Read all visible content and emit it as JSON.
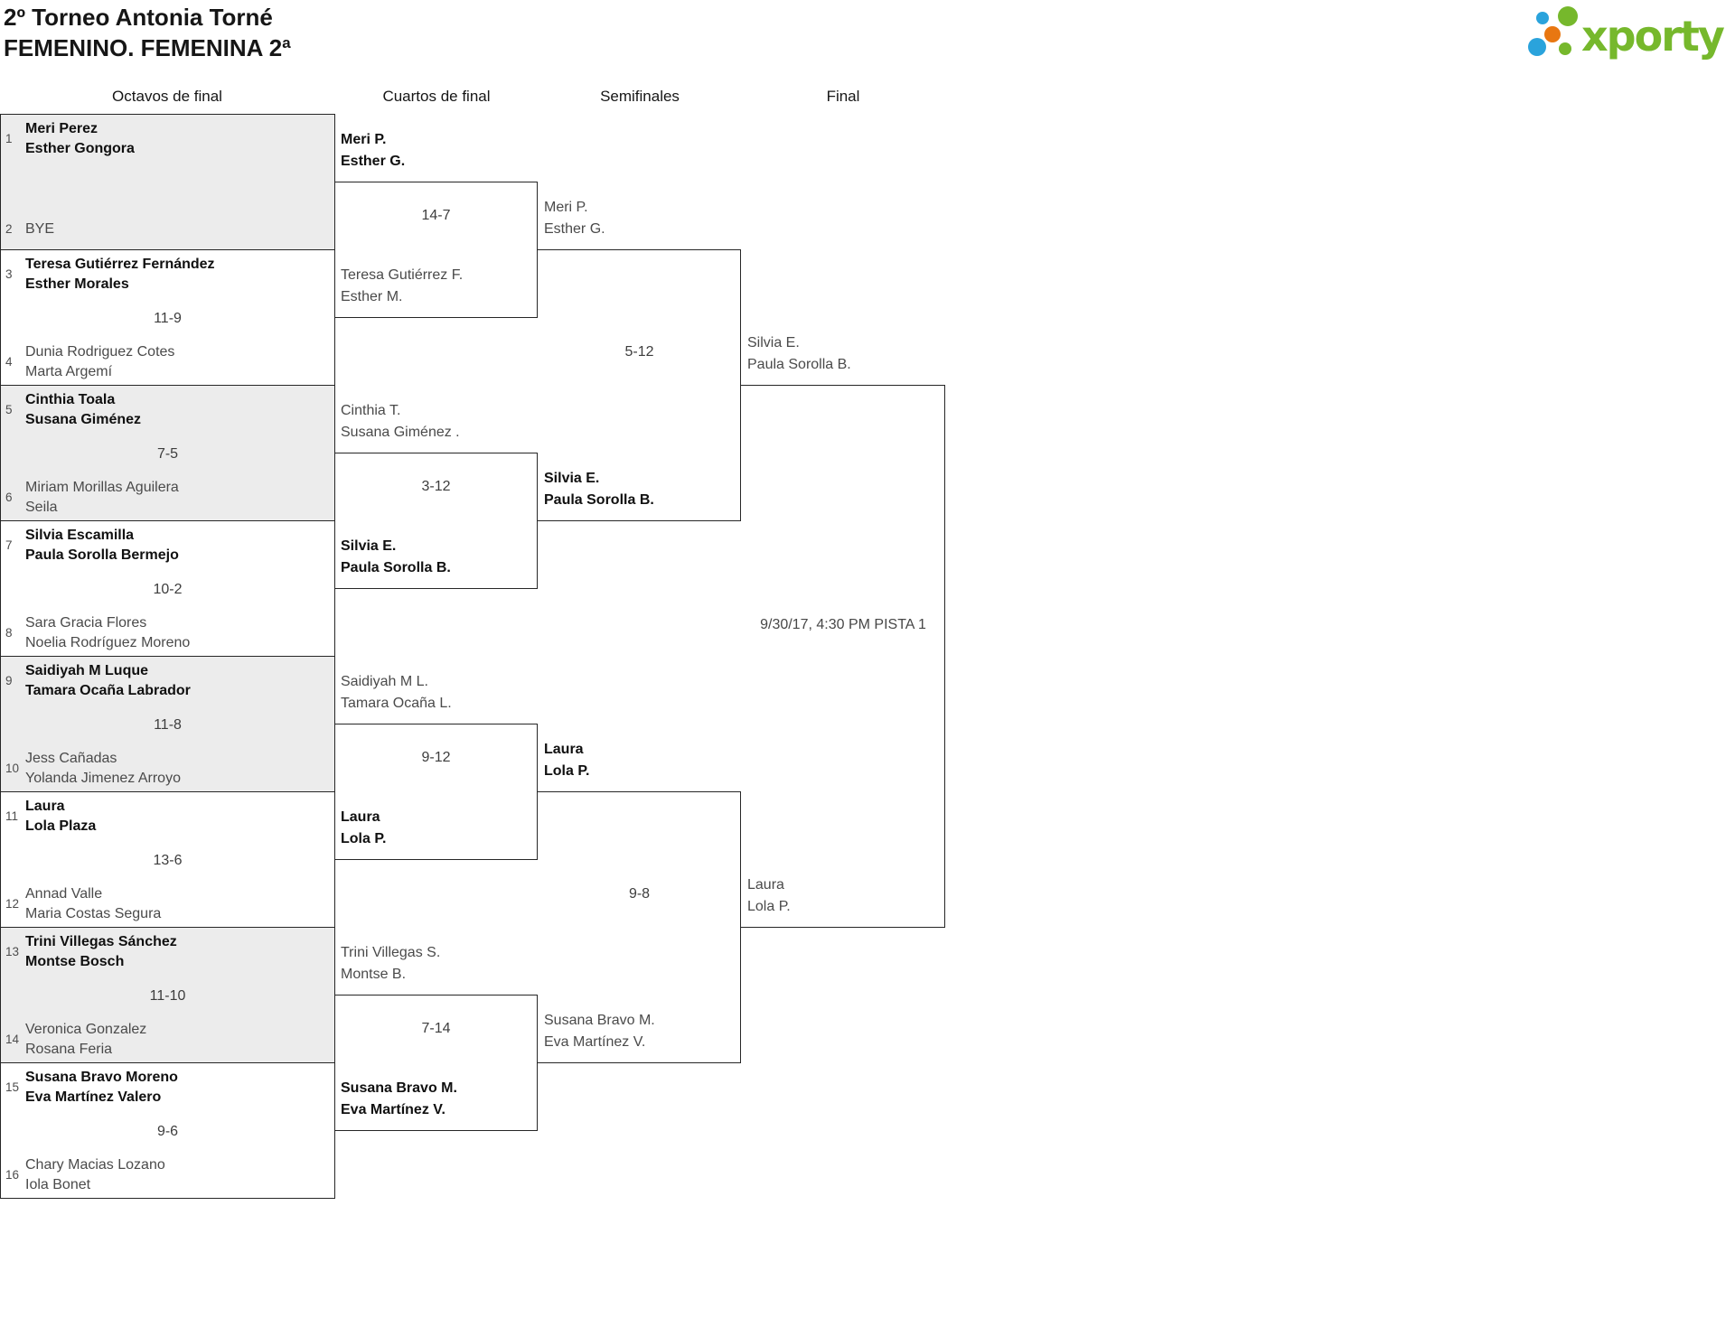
{
  "title": {
    "line1": "2º Torneo Antonia Torné",
    "line2": "FEMENINO. FEMENINA 2ª"
  },
  "logo": {
    "text": "xporty",
    "green": "#76b82c",
    "blue": "#2aa3dc",
    "orange": "#e87711"
  },
  "rounds": [
    {
      "label": "Octavos de final"
    },
    {
      "label": "Cuartos de final"
    },
    {
      "label": "Semifinales"
    },
    {
      "label": "Final"
    }
  ],
  "octavos": [
    {
      "seed_a": "1",
      "team_a_1": "Meri Perez",
      "team_a_2": "Esther Gongora",
      "winner": "a",
      "seed_b": "2",
      "team_b_1": "BYE",
      "team_b_2": "",
      "score": ""
    },
    {
      "seed_a": "3",
      "team_a_1": "Teresa Gutiérrez Fernández",
      "team_a_2": "Esther Morales",
      "winner": "a",
      "seed_b": "4",
      "team_b_1": "Dunia Rodriguez Cotes",
      "team_b_2": "Marta Argemí",
      "score": "11-9"
    },
    {
      "seed_a": "5",
      "team_a_1": "Cinthia Toala",
      "team_a_2": "Susana Giménez",
      "winner": "a",
      "seed_b": "6",
      "team_b_1": "Miriam Morillas Aguilera",
      "team_b_2": "Seila",
      "score": "7-5"
    },
    {
      "seed_a": "7",
      "team_a_1": "Silvia Escamilla",
      "team_a_2": "Paula Sorolla Bermejo",
      "winner": "a",
      "seed_b": "8",
      "team_b_1": "Sara Gracia Flores",
      "team_b_2": "Noelia Rodríguez Moreno",
      "score": "10-2"
    },
    {
      "seed_a": "9",
      "team_a_1": "Saidiyah M Luque",
      "team_a_2": "Tamara Ocaña Labrador",
      "winner": "a",
      "seed_b": "10",
      "team_b_1": "Jess Cañadas",
      "team_b_2": "Yolanda Jimenez Arroyo",
      "score": "11-8"
    },
    {
      "seed_a": "11",
      "team_a_1": "Laura",
      "team_a_2": "Lola Plaza",
      "winner": "a",
      "seed_b": "12",
      "team_b_1": "Annad Valle",
      "team_b_2": "Maria Costas Segura",
      "score": "13-6"
    },
    {
      "seed_a": "13",
      "team_a_1": "Trini Villegas Sánchez",
      "team_a_2": "Montse Bosch",
      "winner": "a",
      "seed_b": "14",
      "team_b_1": "Veronica Gonzalez",
      "team_b_2": "Rosana Feria",
      "score": "11-10"
    },
    {
      "seed_a": "15",
      "team_a_1": "Susana Bravo Moreno",
      "team_a_2": "Eva Martínez Valero",
      "winner": "a",
      "seed_b": "16",
      "team_b_1": "Chary Macias Lozano",
      "team_b_2": "Iola Bonet",
      "score": "9-6"
    }
  ],
  "cuartos": [
    {
      "top_1": "Meri P.",
      "top_2": "Esther G.",
      "bottom_1": "Teresa Gutiérrez F.",
      "bottom_2": "Esther M.",
      "winner": "top",
      "score": "14-7"
    },
    {
      "top_1": "Cinthia T.",
      "top_2": "Susana Giménez .",
      "bottom_1": "Silvia E.",
      "bottom_2": "Paula Sorolla B.",
      "winner": "bottom",
      "score": "3-12"
    },
    {
      "top_1": "Saidiyah M L.",
      "top_2": "Tamara Ocaña L.",
      "bottom_1": "Laura",
      "bottom_2": "Lola P.",
      "winner": "bottom",
      "score": "9-12"
    },
    {
      "top_1": "Trini Villegas S.",
      "top_2": "Montse B.",
      "bottom_1": "Susana Bravo M.",
      "bottom_2": "Eva Martínez V.",
      "winner": "bottom",
      "score": "7-14"
    }
  ],
  "semis": [
    {
      "top_1": "Meri P.",
      "top_2": "Esther G.",
      "bottom_1": "Silvia E.",
      "bottom_2": "Paula Sorolla B.",
      "winner": "bottom",
      "score": "5-12"
    },
    {
      "top_1": "Laura",
      "top_2": "Lola P.",
      "bottom_1": "Susana Bravo M.",
      "bottom_2": "Eva Martínez V.",
      "winner": "top",
      "score": "9-8"
    }
  ],
  "final": {
    "top_1": "Silvia E.",
    "top_2": "Paula Sorolla B.",
    "bottom_1": "Laura",
    "bottom_2": "Lola P.",
    "info": "9/30/17, 4:30 PM PISTA 1"
  }
}
